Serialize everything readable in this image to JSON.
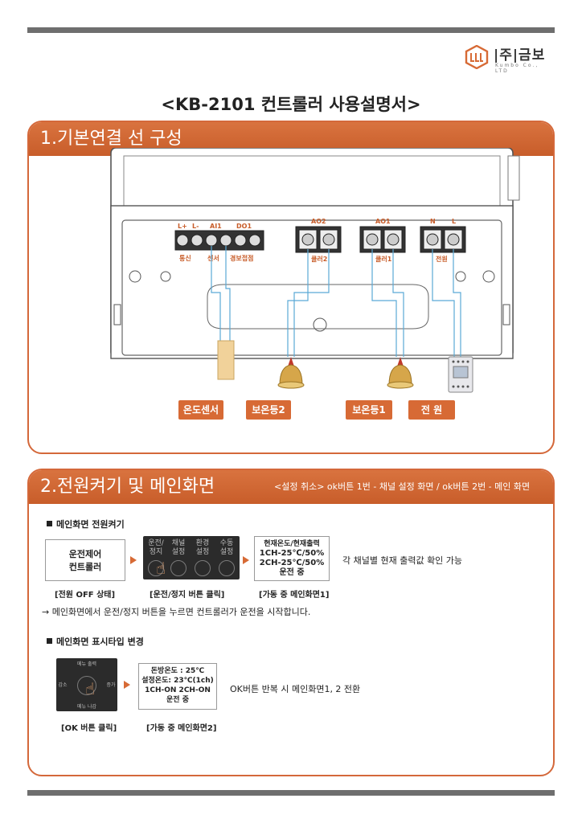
{
  "logo": {
    "company": "|주|금보",
    "sub": "Kumbo Co., LTD"
  },
  "doc_title": "<KB-2101 컨트롤러 사용설명서>",
  "section1": {
    "heading": "1.기본연결 선 구성",
    "terminals": {
      "left_top": [
        "L+",
        "L-",
        "AI1",
        "DO1"
      ],
      "left_bottom": [
        "통신",
        "센서",
        "경보접점"
      ],
      "mid_top": "AO2",
      "mid_bottom": "쿨러2",
      "right_top": "AO1",
      "right_bottom": "쿨러1",
      "power_top": [
        "N",
        "L"
      ],
      "power_bottom": "전원"
    },
    "labels": [
      "온도센서",
      "보온등2",
      "보온등1",
      "전 원"
    ]
  },
  "section2": {
    "heading": "2.전원켜기 및 메인화면",
    "sub_heading": "<설정 취소>  ok버튼 1번 - 채널 설정 화면 / ok버튼 2번 - 메인 화면",
    "block1": {
      "title": "메인화면 전원켜기",
      "box1_lines": [
        "운전제어",
        "컨트롤러"
      ],
      "box1_caption": "[전원 OFF 상태]",
      "panel_labels": [
        "운전/\n정지",
        "채널\n설정",
        "환경\n설정",
        "수동\n설정"
      ],
      "panel_caption": "[운전/정지 버튼 클릭]",
      "screen_lines": [
        "현재온도/현재출력",
        "1CH-25℃/50%",
        "2CH-25℃/50%",
        "운전 중"
      ],
      "screen_caption": "[가동 중 메인화면1]",
      "side_note": "각 채널별 현재 출력값 확인 가능",
      "arrow_note": "→ 메인화면에서 운전/정지 버튼을 누르면 컨트롤러가 운전을 시작합니다."
    },
    "block2": {
      "title": "메인화면 표시타입 변경",
      "pad_labels": {
        "top": "메뉴 출력",
        "left": "감소",
        "right": "증가",
        "bottom": "메뉴 나감"
      },
      "pad_caption": "[OK 버튼 클릭]",
      "screen_lines": [
        "돈방온도 :        25℃",
        "설정온도:  23℃(1ch)",
        "1CH-ON    2CH-ON",
        "운전 중"
      ],
      "screen_caption": "[가동 중 메인화면2]",
      "side_note": "OK버튼 반복 시 메인화면1, 2 전환"
    }
  },
  "colors": {
    "accent": "#d76a35",
    "bar": "#6e6e6e",
    "panel": "#2b2b2b"
  }
}
